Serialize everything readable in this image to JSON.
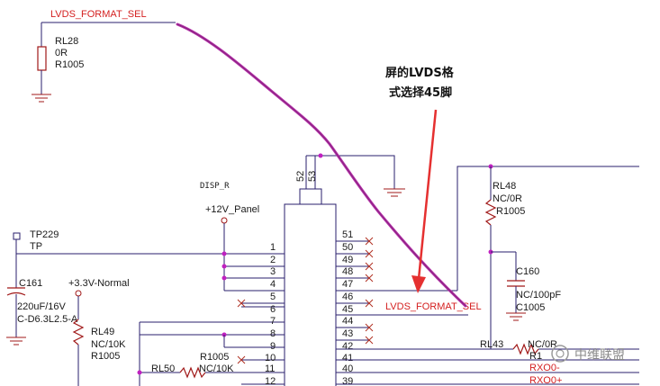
{
  "net_top": "LVDS_FORMAT_SEL",
  "net_bottom": "LVDS_FORMAT_SEL",
  "annotation": {
    "line1": "屏的LVDS格",
    "line2": "式选择45脚"
  },
  "rl28": {
    "ref": "RL28",
    "value": "0R",
    "pkg": "R1005"
  },
  "disp": "DISP_R",
  "tp229": {
    "ref": "TP229",
    "net": "TP"
  },
  "panel": "+12V_Panel",
  "normal": "+3.3V-Normal",
  "c161": {
    "ref": "C161",
    "value": "220uF/16V",
    "pkg": "C-D6.3L2.5-A"
  },
  "rl49": {
    "ref": "RL49",
    "value": "NC/10K",
    "pkg": "R1005"
  },
  "rl50": {
    "ref": "RL50",
    "value": "NC/10K",
    "pkg": "R1005"
  },
  "rl48": {
    "ref": "RL48",
    "value": "NC/0R",
    "pkg": "R1005"
  },
  "c160": {
    "ref": "C160",
    "value": "NC/100pF",
    "pkg": "C1005"
  },
  "rl43": {
    "ref": "RL43",
    "value": "NC/0R",
    "pkg": "R1"
  },
  "rxo_minus": "RXO0-",
  "rxo_plus": "RXO0+",
  "pins_left": [
    "1",
    "2",
    "3",
    "4",
    "5",
    "6",
    "7",
    "8",
    "9",
    "10",
    "11",
    "12"
  ],
  "pins_right": [
    "51",
    "50",
    "49",
    "48",
    "47",
    "46",
    "45",
    "44",
    "43",
    "42",
    "41",
    "40",
    "39"
  ],
  "pins_top": [
    "52",
    "53"
  ],
  "watermark": "中维联盟"
}
